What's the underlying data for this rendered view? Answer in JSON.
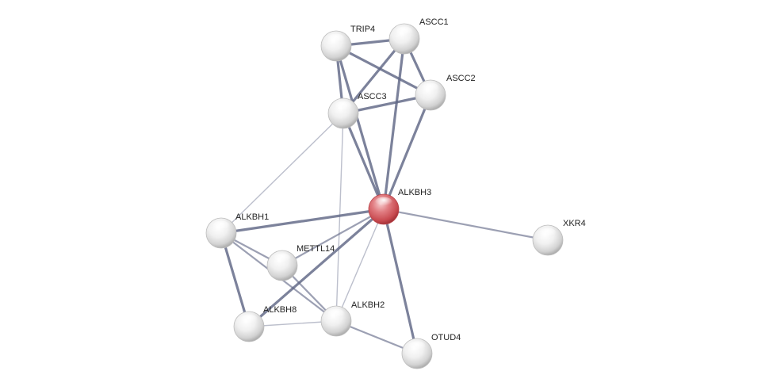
{
  "network": {
    "nodes": [
      {
        "id": "TRIP4",
        "label": "TRIP4",
        "query": false
      },
      {
        "id": "ASCC1",
        "label": "ASCC1",
        "query": false
      },
      {
        "id": "ASCC2",
        "label": "ASCC2",
        "query": false
      },
      {
        "id": "ASCC3",
        "label": "ASCC3",
        "query": false
      },
      {
        "id": "ALKBH3",
        "label": "ALKBH3",
        "query": true
      },
      {
        "id": "XKR4",
        "label": "XKR4",
        "query": false
      },
      {
        "id": "ALKBH1",
        "label": "ALKBH1",
        "query": false
      },
      {
        "id": "METTL14",
        "label": "METTL14",
        "query": false
      },
      {
        "id": "ALKBH8",
        "label": "ALKBH8",
        "query": false
      },
      {
        "id": "ALKBH2",
        "label": "ALKBH2",
        "query": false
      },
      {
        "id": "OTUD4",
        "label": "OTUD4",
        "query": false
      }
    ],
    "edges": [
      {
        "from": "TRIP4",
        "to": "ASCC1",
        "strength": "strong"
      },
      {
        "from": "TRIP4",
        "to": "ASCC2",
        "strength": "strong"
      },
      {
        "from": "TRIP4",
        "to": "ASCC3",
        "strength": "strong"
      },
      {
        "from": "TRIP4",
        "to": "ALKBH3",
        "strength": "strong"
      },
      {
        "from": "ASCC1",
        "to": "ASCC2",
        "strength": "strong"
      },
      {
        "from": "ASCC1",
        "to": "ASCC3",
        "strength": "strong"
      },
      {
        "from": "ASCC1",
        "to": "ALKBH3",
        "strength": "strong"
      },
      {
        "from": "ASCC2",
        "to": "ASCC3",
        "strength": "strong"
      },
      {
        "from": "ASCC2",
        "to": "ALKBH3",
        "strength": "strong"
      },
      {
        "from": "ASCC3",
        "to": "ALKBH3",
        "strength": "strong"
      },
      {
        "from": "ASCC3",
        "to": "ALKBH1",
        "strength": "weak"
      },
      {
        "from": "ASCC3",
        "to": "ALKBH2",
        "strength": "weak"
      },
      {
        "from": "ALKBH3",
        "to": "XKR4",
        "strength": "medium"
      },
      {
        "from": "ALKBH3",
        "to": "ALKBH1",
        "strength": "strong"
      },
      {
        "from": "ALKBH3",
        "to": "METTL14",
        "strength": "medium"
      },
      {
        "from": "ALKBH3",
        "to": "ALKBH8",
        "strength": "strong"
      },
      {
        "from": "ALKBH3",
        "to": "ALKBH2",
        "strength": "weak"
      },
      {
        "from": "ALKBH3",
        "to": "OTUD4",
        "strength": "strong"
      },
      {
        "from": "ALKBH1",
        "to": "METTL14",
        "strength": "medium"
      },
      {
        "from": "ALKBH1",
        "to": "ALKBH8",
        "strength": "strong"
      },
      {
        "from": "ALKBH1",
        "to": "ALKBH2",
        "strength": "medium"
      },
      {
        "from": "METTL14",
        "to": "ALKBH2",
        "strength": "medium"
      },
      {
        "from": "ALKBH8",
        "to": "ALKBH2",
        "strength": "weak"
      },
      {
        "from": "ALKBH2",
        "to": "OTUD4",
        "strength": "medium"
      }
    ]
  },
  "colors": {
    "background": "#ffffff",
    "edge": "#5f6685",
    "node_default": "#e6e6e6",
    "node_query": "#d8595f",
    "label": "#222222"
  }
}
